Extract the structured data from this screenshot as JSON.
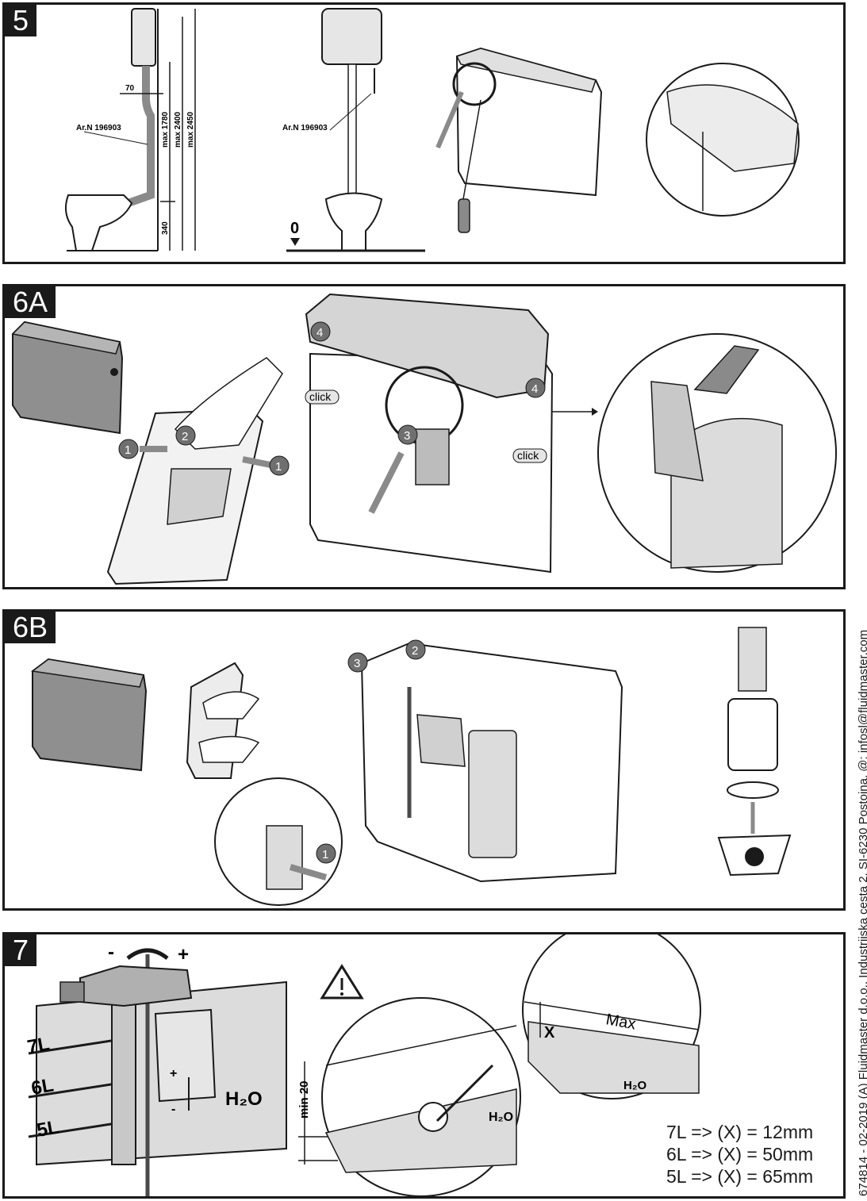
{
  "sidebar_text": "674814 - 02-2019 (A) Fluidmaster d.o.o., Industrijska cesta 2, SI-6230 Postojna, @: infosl@fluidmaster.com",
  "step5": {
    "badge": "5",
    "dim_70": "70",
    "part_no_1": "Ar.N 196903",
    "part_no_2": "Ar.N 196903",
    "dim_max1780": "max 1780",
    "dim_max2400": "max 2400",
    "dim_max2450": "max 2450",
    "dim_340": "340",
    "floor_zero": "0"
  },
  "step6a": {
    "badge": "6A",
    "callout_1a": "1",
    "callout_2": "2",
    "callout_1b": "1",
    "callout_3": "3",
    "callout_4a": "4",
    "callout_4b": "4",
    "click_1": "click",
    "click_2": "click"
  },
  "step6b": {
    "badge": "6B",
    "callout_1": "1",
    "callout_2": "2",
    "callout_3": "3"
  },
  "step7": {
    "badge": "7",
    "minus": "-",
    "plus": "+",
    "level_7l": "7L",
    "level_6l": "6L",
    "level_5l": "5L",
    "float_plus": "+",
    "float_minus": "-",
    "h2o_main": "H₂O",
    "min_20": "min 20",
    "h2o_detail": "H₂O",
    "max_label": "Max",
    "x_label": "X",
    "h2o_zoom": "H₂O",
    "result_7l": "7L => (X) = 12mm",
    "result_6l": "6L => (X) = 50mm",
    "result_5l": "5L => (X) = 65mm"
  }
}
